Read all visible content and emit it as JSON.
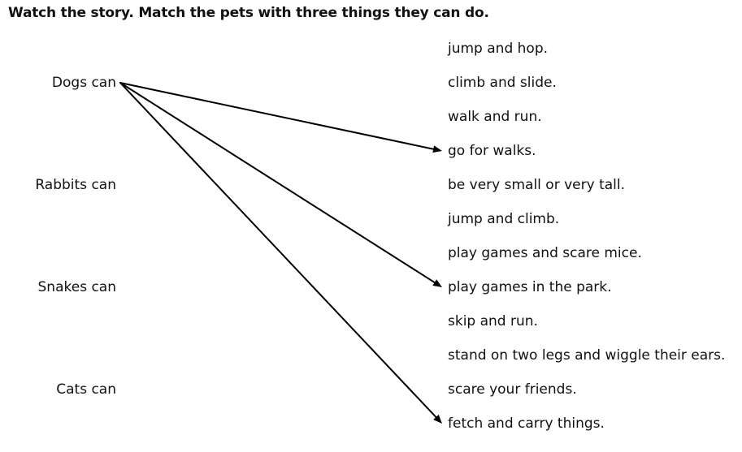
{
  "instruction": "Watch the story. Match the pets with three things they can do.",
  "pets": [
    {
      "label": "Dogs can"
    },
    {
      "label": "Rabbits can"
    },
    {
      "label": "Snakes can"
    },
    {
      "label": "Cats can"
    }
  ],
  "actions": [
    {
      "label": "jump and hop."
    },
    {
      "label": "climb and slide."
    },
    {
      "label": "walk and run."
    },
    {
      "label": "go for walks."
    },
    {
      "label": "be very small or very tall."
    },
    {
      "label": "jump and climb."
    },
    {
      "label": "play games and scare mice."
    },
    {
      "label": "play games in the park."
    },
    {
      "label": "skip and run."
    },
    {
      "label": "stand on two legs and wiggle their ears."
    },
    {
      "label": "scare your friends."
    },
    {
      "label": "fetch and carry things."
    }
  ],
  "matches": [
    {
      "pet": 0,
      "action": 3
    },
    {
      "pet": 0,
      "action": 7
    },
    {
      "pet": 0,
      "action": 11
    }
  ],
  "line_color": "#000000"
}
